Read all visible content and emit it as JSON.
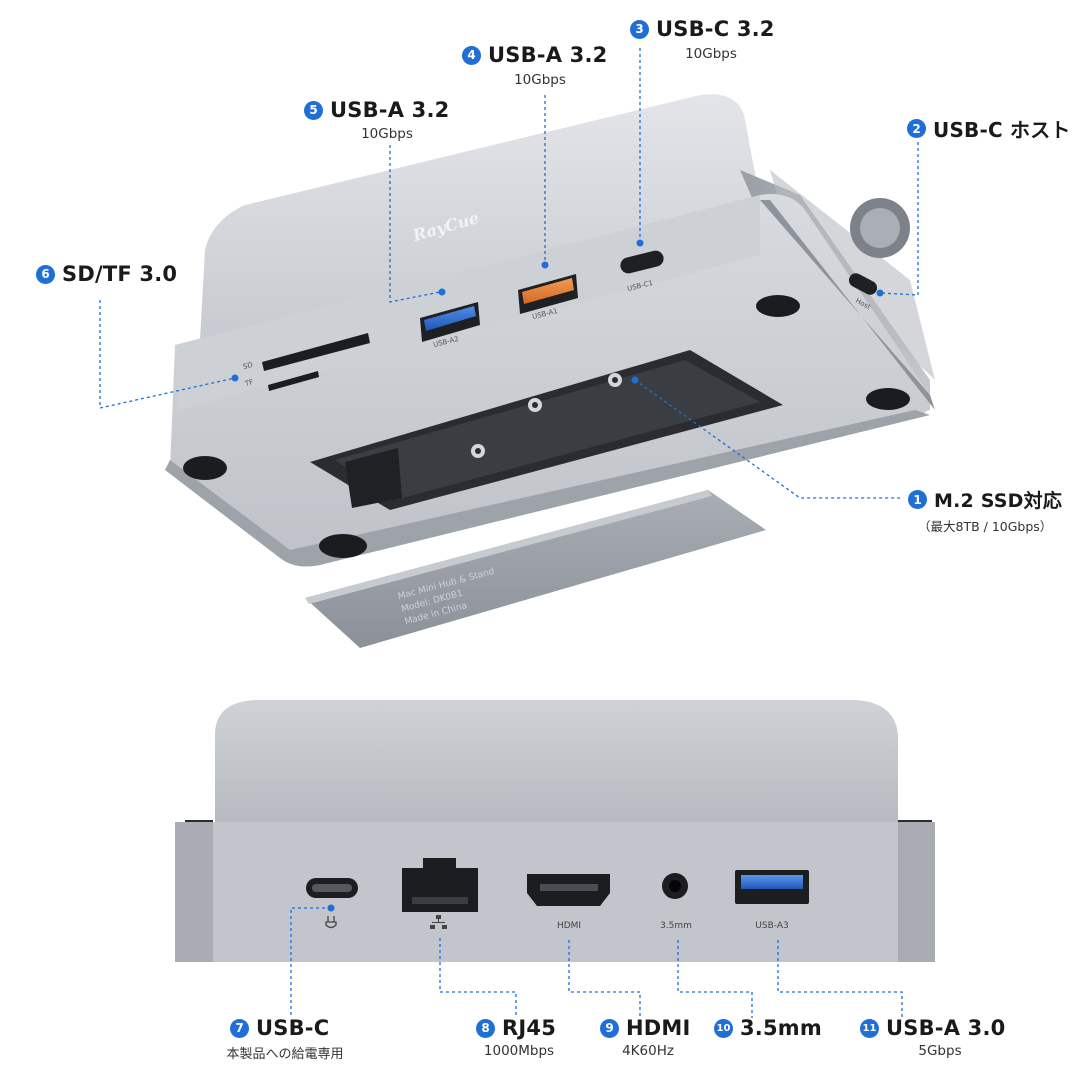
{
  "brand": "RayCue",
  "top_device": {
    "slot_labels": {
      "sd": "SD",
      "tf": "TF"
    },
    "port_labels": {
      "usb_a2": "USB-A2",
      "usb_a1": "USB-A1",
      "usb_c1": "USB-C1",
      "host": "Host"
    },
    "cover_plate": {
      "line1": "Mac Mini Hub & Stand",
      "line2": "Model: DK0B1",
      "line3": "Made in China"
    }
  },
  "bottom_device": {
    "port_labels": {
      "hdmi": "HDMI",
      "audio": "3.5mm",
      "usb_a3": "USB-A3"
    }
  },
  "callouts": [
    {
      "number": "1",
      "title": "M.2 SSD対応",
      "sub": "（最大8TB / 10Gbps）"
    },
    {
      "number": "2",
      "title": "USB-C ホスト",
      "sub": ""
    },
    {
      "number": "3",
      "title": "USB-C 3.2",
      "sub": "10Gbps"
    },
    {
      "number": "4",
      "title": "USB-A 3.2",
      "sub": "10Gbps"
    },
    {
      "number": "5",
      "title": "USB-A 3.2",
      "sub": "10Gbps"
    },
    {
      "number": "6",
      "title": "SD/TF 3.0",
      "sub": ""
    },
    {
      "number": "7",
      "title": "USB-C",
      "sub": "本製品への給電専用"
    },
    {
      "number": "8",
      "title": "RJ45",
      "sub": "1000Mbps"
    },
    {
      "number": "9",
      "title": "HDMI",
      "sub": "4K60Hz"
    },
    {
      "number": "10",
      "title": "3.5mm",
      "sub": ""
    },
    {
      "number": "11",
      "title": "USB-A 3.0",
      "sub": "5Gbps"
    }
  ],
  "colors": {
    "accent": "#1f6fd6",
    "usb_blue": "#2d6fd0",
    "usb_orange": "#e8843c",
    "aluminum": "#c9ccd2",
    "aluminum_dark": "#8f949c"
  }
}
